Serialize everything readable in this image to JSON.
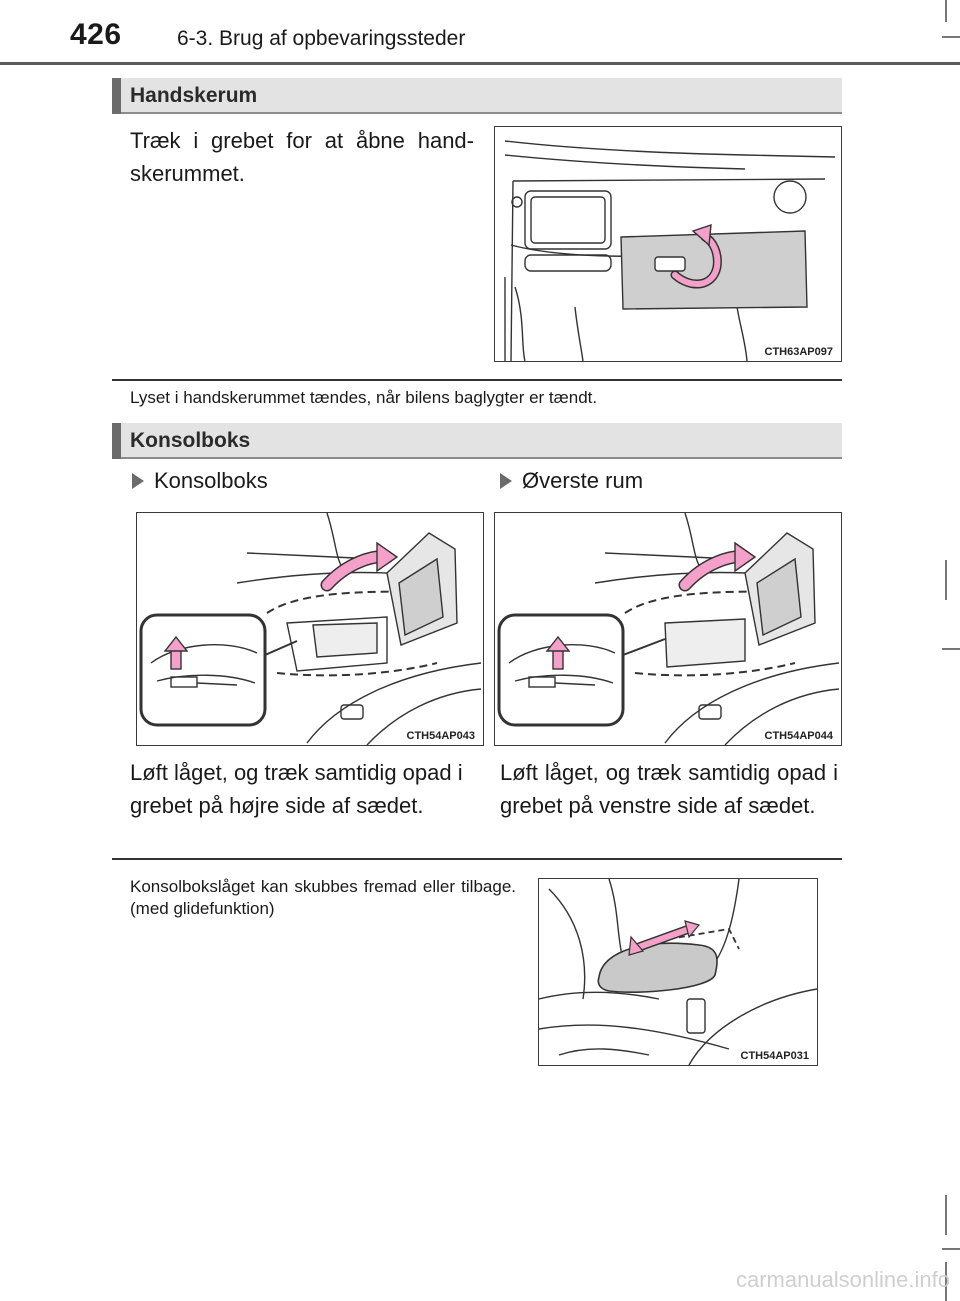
{
  "header": {
    "page_number": "426",
    "chapter": "6-3. Brug af opbevaringssteder"
  },
  "glovebox": {
    "heading": "Handskerum",
    "instruction": "Træk i grebet for at åbne hand-skerummet.",
    "figure_code": "CTH63AP097",
    "note": "Lyset i handskerummet tændes, når bilens baglygter er tændt."
  },
  "console": {
    "heading": "Konsolboks",
    "left": {
      "title": "Konsolboks",
      "figure_code": "CTH54AP043",
      "text": "Løft låget, og træk samtidig opad i grebet på højre side af sædet."
    },
    "right": {
      "title": "Øverste rum",
      "figure_code": "CTH54AP044",
      "text": "Løft låget, og træk samtidig opad i grebet på venstre side af sædet."
    },
    "slide_note": "Konsolbokslåget kan skubbes fremad eller tilbage. (med glidefunktion)",
    "slide_figure_code": "CTH54AP031"
  },
  "watermark": "carmanualsonline.info",
  "colors": {
    "arrow_pink": "#f4a0c8",
    "section_bar": "#e3e3e3",
    "section_mark": "#6b6b6b"
  }
}
